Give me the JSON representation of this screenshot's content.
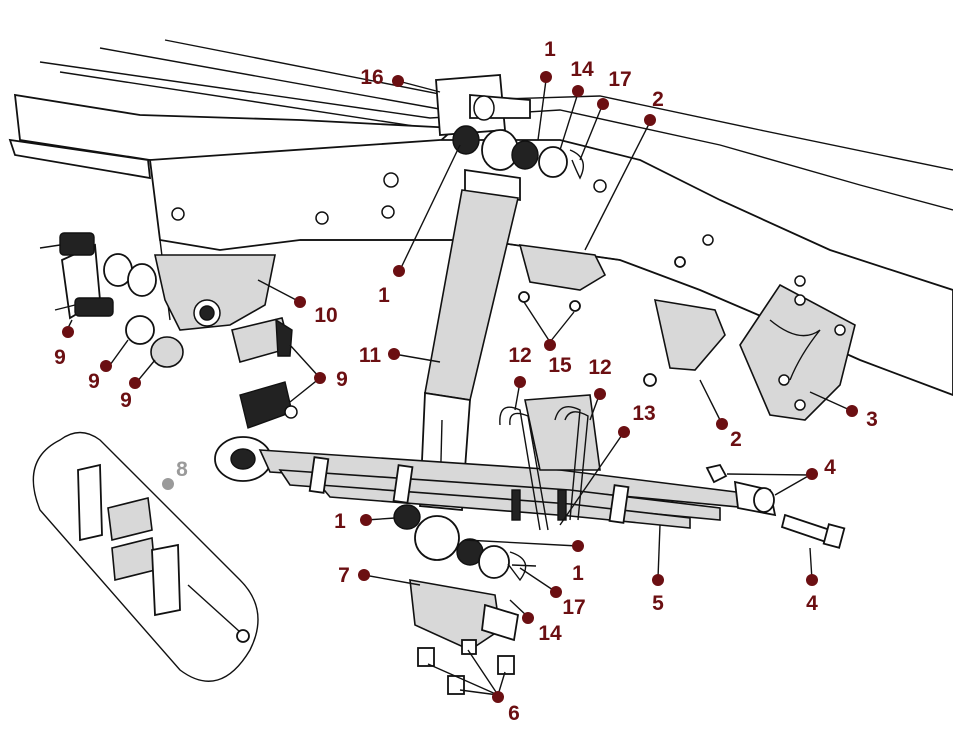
{
  "colors": {
    "callout": "#6b0f12",
    "callout_muted": "#9a9a9a",
    "ink": "#111111",
    "paper": "#ffffff",
    "shade": "#d8d8d8"
  },
  "callouts": [
    {
      "id": "c16",
      "text": "16"
    },
    {
      "id": "c1a",
      "text": "1"
    },
    {
      "id": "c14a",
      "text": "14"
    },
    {
      "id": "c17a",
      "text": "17"
    },
    {
      "id": "c2a",
      "text": "2"
    },
    {
      "id": "c1b",
      "text": "1"
    },
    {
      "id": "c10",
      "text": "10"
    },
    {
      "id": "c9a",
      "text": "9"
    },
    {
      "id": "c9b",
      "text": "9"
    },
    {
      "id": "c9c",
      "text": "9"
    },
    {
      "id": "c9d",
      "text": "9"
    },
    {
      "id": "c11",
      "text": "11"
    },
    {
      "id": "c15",
      "text": "15"
    },
    {
      "id": "c12a",
      "text": "12"
    },
    {
      "id": "c12b",
      "text": "12"
    },
    {
      "id": "c13",
      "text": "13"
    },
    {
      "id": "c2b",
      "text": "2"
    },
    {
      "id": "c3",
      "text": "3"
    },
    {
      "id": "c4a",
      "text": "4"
    },
    {
      "id": "c4b",
      "text": "4"
    },
    {
      "id": "c8",
      "text": "8"
    },
    {
      "id": "c1c",
      "text": "1"
    },
    {
      "id": "c1d",
      "text": "1"
    },
    {
      "id": "c7",
      "text": "7"
    },
    {
      "id": "c5",
      "text": "5"
    },
    {
      "id": "c17b",
      "text": "17"
    },
    {
      "id": "c14b",
      "text": "14"
    },
    {
      "id": "c6",
      "text": "6"
    }
  ]
}
